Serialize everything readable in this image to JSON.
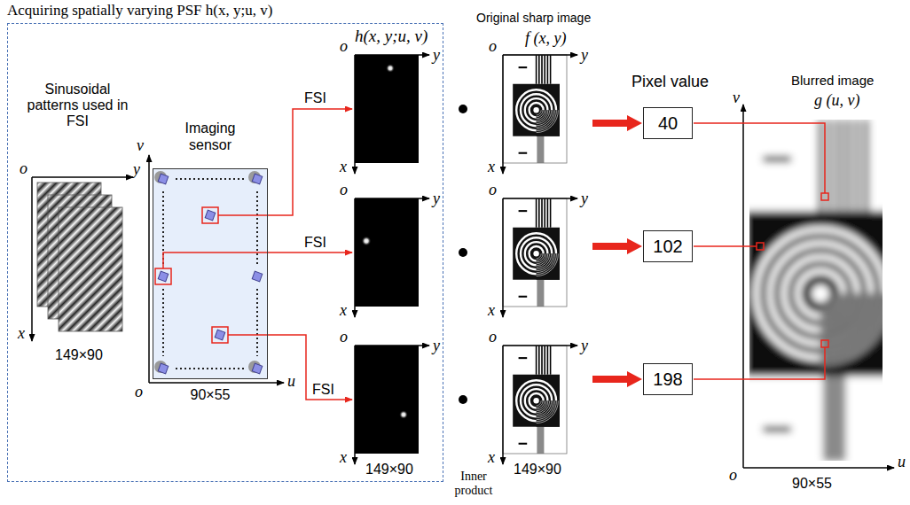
{
  "diagram": {
    "nodes": [
      {
        "text": [
          "Acquiring spatially varying PSF h(x, y;u, v)"
        ]
      },
      {
        "text": [
          "Imaging sensor",
          "90×55"
        ],
        "in": 0
      },
      {
        "text": [
          "40"
        ]
      },
      {
        "text": [
          "102"
        ]
      },
      {
        "text": [
          "198"
        ]
      }
    ],
    "labels": [
      "Sinusoidal patterns used in FSI",
      "o",
      "y",
      "x",
      "149×90",
      "v",
      "o",
      "u",
      "h(x, y;u, v)",
      "o",
      "y",
      "x",
      "FSI",
      "o",
      "y",
      "x",
      "FSI",
      "o",
      "y",
      "x",
      "FSI",
      "149×90",
      "Inner product",
      "Original sharp image",
      "f (x, y)",
      "o",
      "y",
      "x",
      "o",
      "y",
      "x",
      "o",
      "y",
      "x",
      "149×90",
      "Pixel value",
      "Blurred image",
      "g (u, v)",
      "v",
      "o",
      "u",
      "90×55"
    ]
  }
}
